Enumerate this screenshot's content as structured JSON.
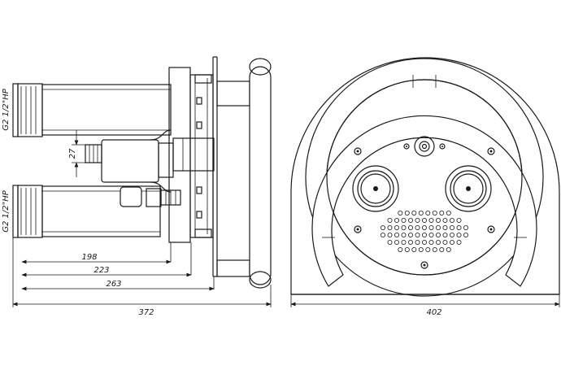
{
  "drawing": {
    "side_view": {
      "dimensions": {
        "width_198": "198",
        "width_223": "223",
        "width_263": "263",
        "total_372": "372",
        "offset_27": "27"
      },
      "thread_upper": "G2 1/2\"HP",
      "thread_lower": "G2 1/2\"HP"
    },
    "front_view": {
      "dimensions": {
        "width_402": "402"
      },
      "grille": {
        "rows": [
          8,
          11,
          13,
          13,
          11,
          8
        ]
      }
    }
  }
}
